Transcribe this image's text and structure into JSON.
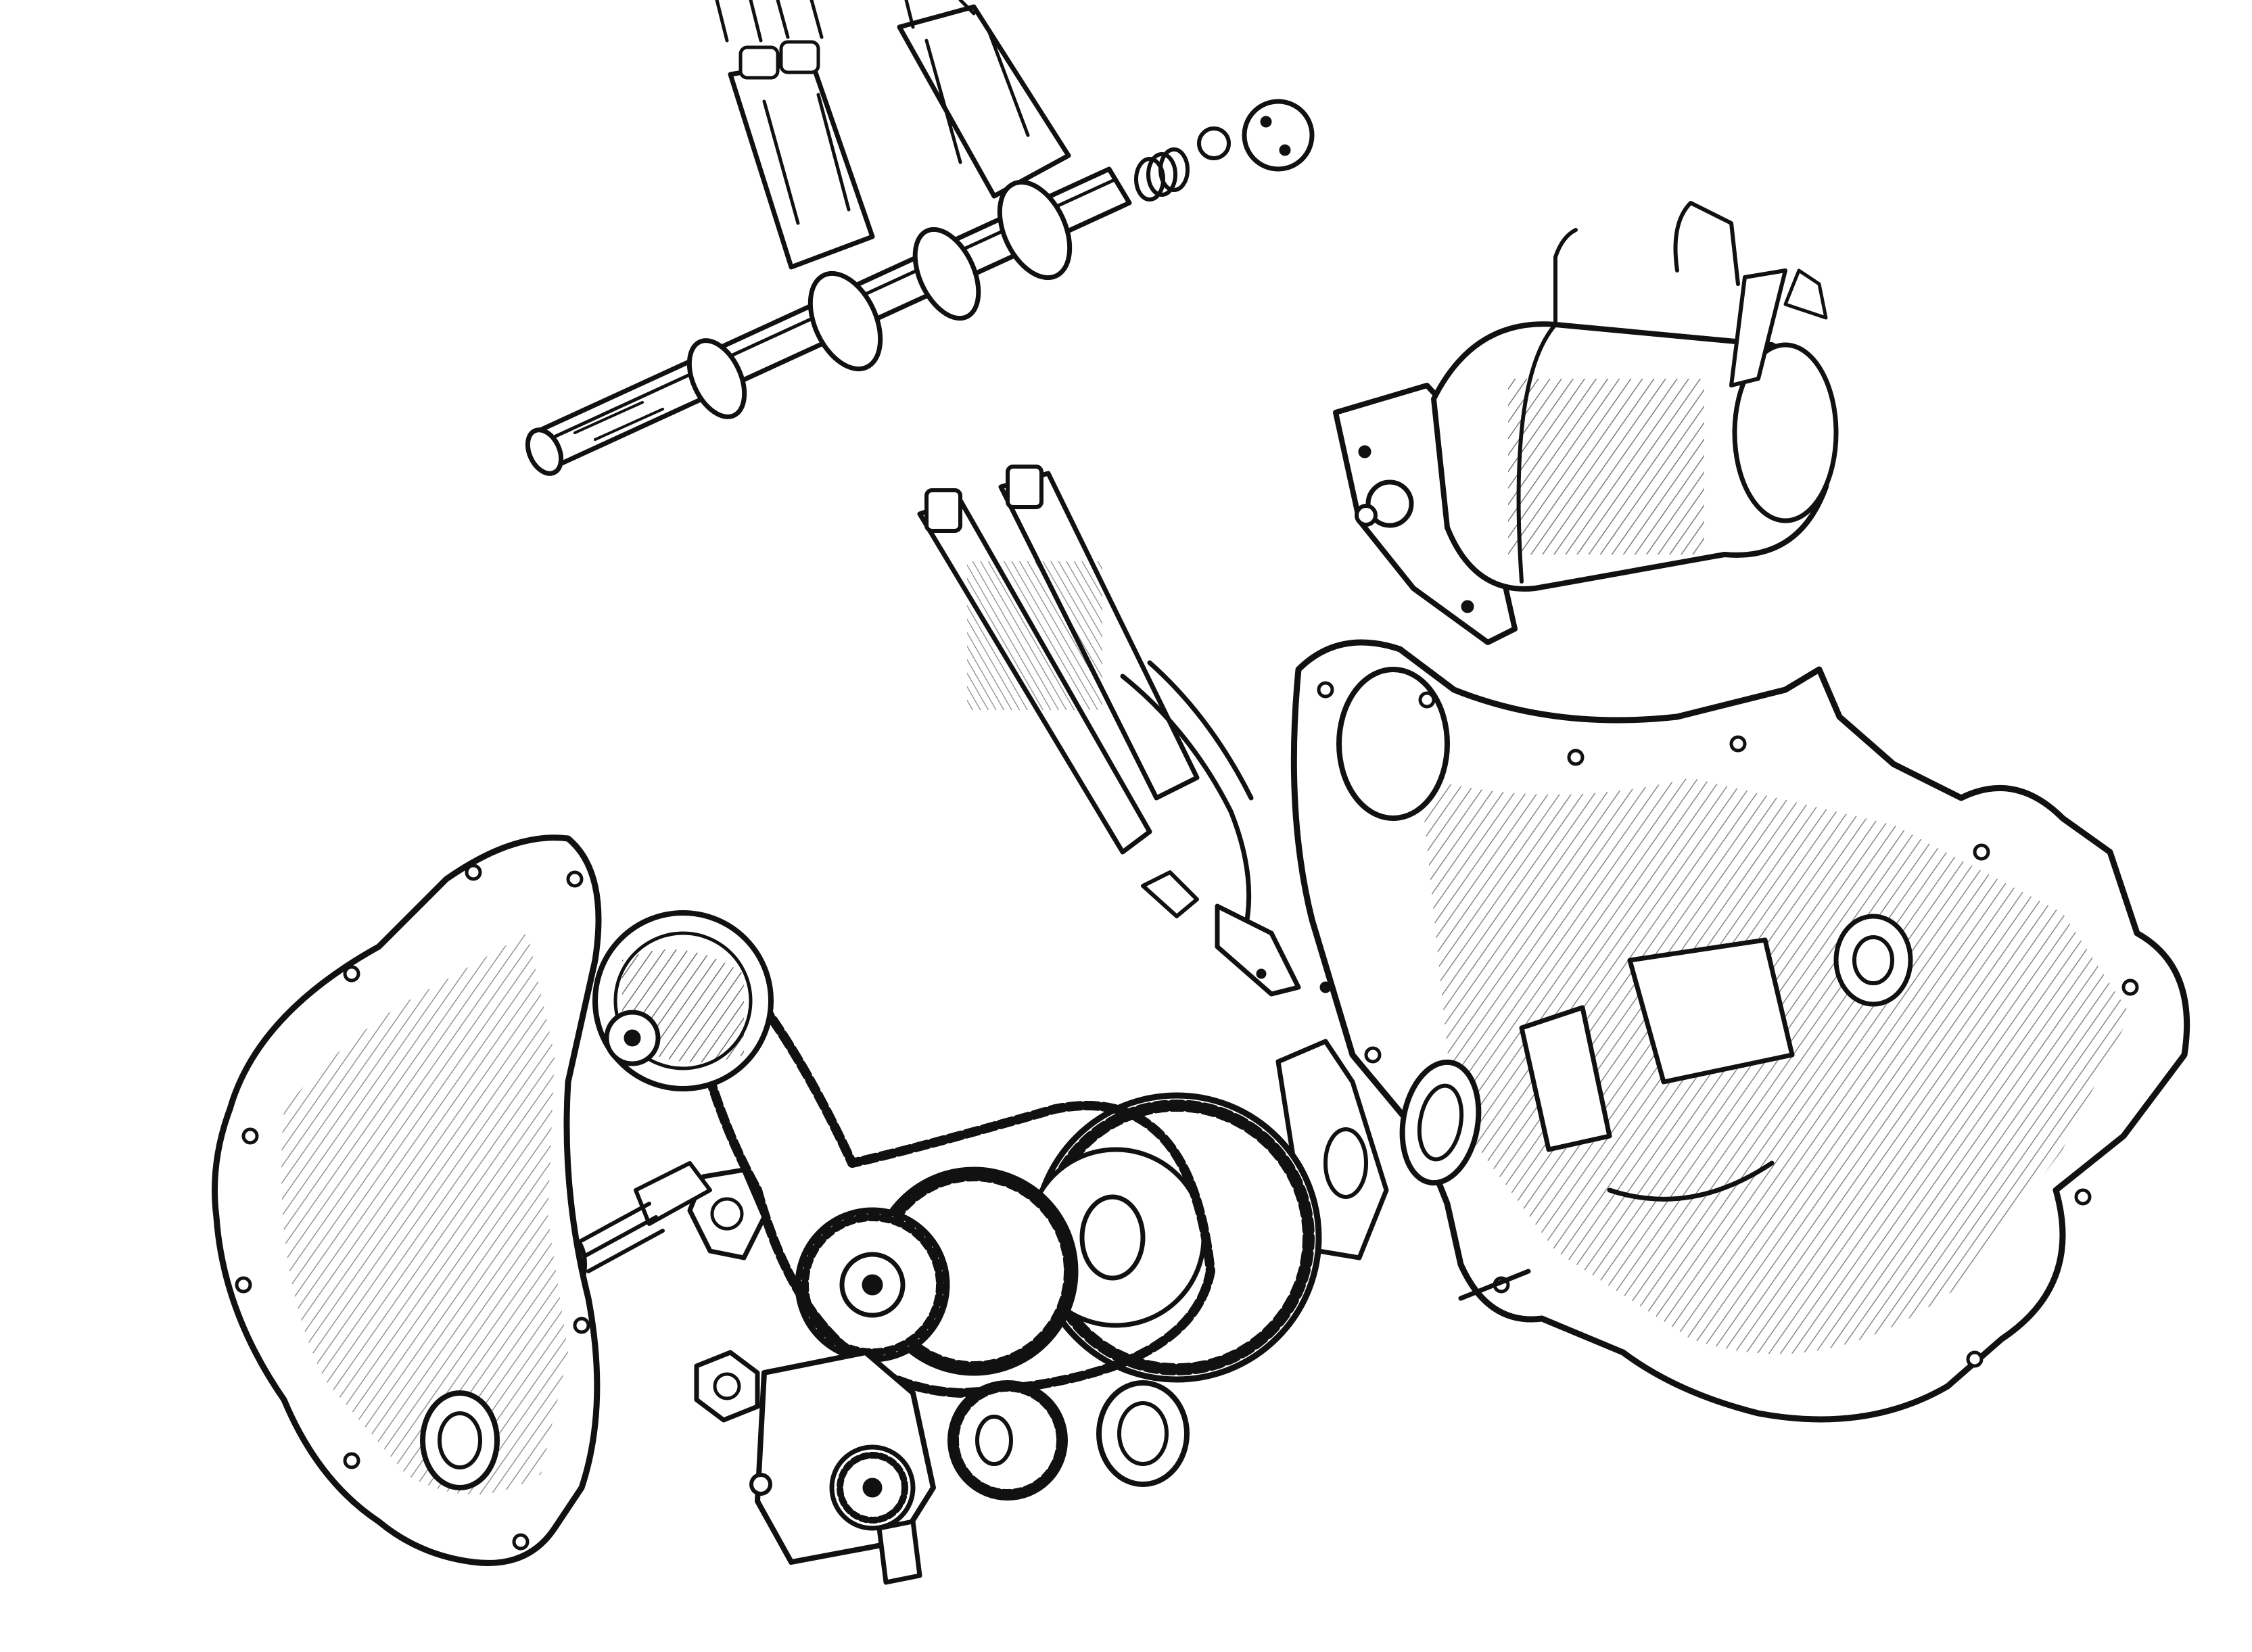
{
  "figure": {
    "type": "exploded-view line drawing",
    "ink_color": "#111111",
    "paper_color": "#ffffff",
    "parts": [
      {
        "name": "valve-tappet",
        "count": 2
      },
      {
        "name": "valve-tappet-guide",
        "count": 2
      },
      {
        "name": "camshaft",
        "count": 1
      },
      {
        "name": "spring",
        "count": 1
      },
      {
        "name": "thrust-plate",
        "count": 1
      },
      {
        "name": "magneto",
        "count": 1
      },
      {
        "name": "push-rod-tube",
        "count": 2
      },
      {
        "name": "crankcase-half",
        "count": 1
      },
      {
        "name": "timing-cover",
        "count": 1
      },
      {
        "name": "camshaft-sprocket",
        "count": 1
      },
      {
        "name": "timing-chain",
        "count": 1
      },
      {
        "name": "timing-gear",
        "count": 2
      },
      {
        "name": "oil-pump",
        "count": 1
      },
      {
        "name": "oil-seal",
        "count": 1
      },
      {
        "name": "washer",
        "count": 2
      },
      {
        "name": "nut",
        "count": 2
      }
    ]
  }
}
